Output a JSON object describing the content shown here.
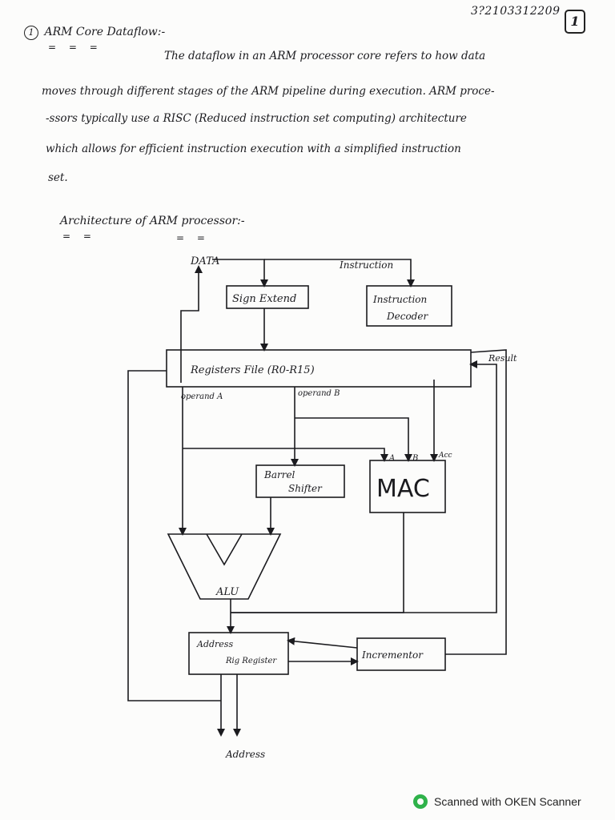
{
  "header": {
    "roll_number": "3?2103312209",
    "page_number": "1"
  },
  "heading": {
    "number": "1",
    "title": "ARM Core Dataflow:-"
  },
  "paragraph": {
    "lines": [
      "The dataflow in an ARM processor core refers to how data",
      "moves through different stages of the ARM pipeline during execution. ARM proce-",
      "-ssors typically use a RISC (Reduced instruction set computing) architecture",
      "which allows for efficient instruction execution with a simplified instruction",
      "set."
    ]
  },
  "subheading": "Architecture of ARM processor:-",
  "diagram": {
    "data": "DATA",
    "instruction": "Instruction",
    "sign_extend": "Sign Extend",
    "instruction_decoder_1": "Instruction",
    "instruction_decoder_2": "Decoder",
    "register_file": "Registers File (R0-R15)",
    "result": "Result",
    "operand_a": "operand A",
    "operand_b": "operand B",
    "port_a": "A",
    "port_b": "B",
    "port_acc": "Acc",
    "barrel_shifter_1": "Barrel",
    "barrel_shifter_2": "Shifter",
    "mac": "MAC",
    "alu": "ALU",
    "address_register_1": "Address",
    "address_register_2": "Rig Register",
    "incrementer": "Incrementor",
    "address_out": "Address"
  },
  "footer": {
    "scanner_text": "Scanned with OKEN Scanner",
    "brand_color": "#2fb24a"
  }
}
